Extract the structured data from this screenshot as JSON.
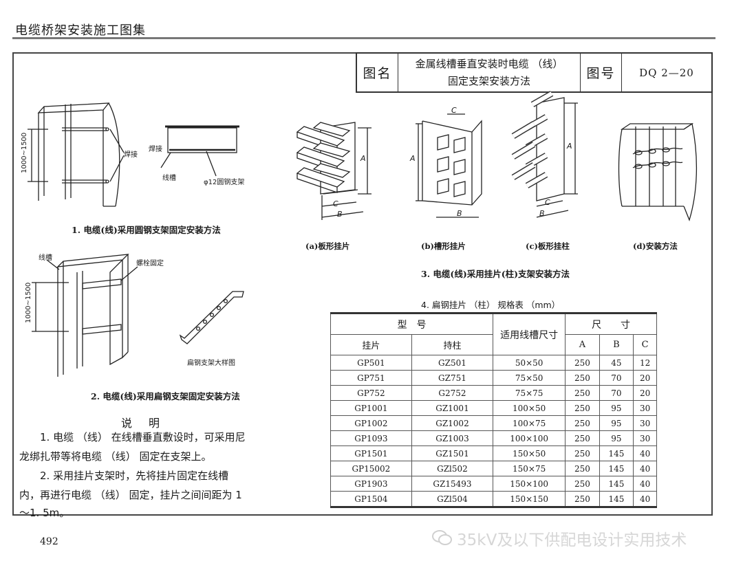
{
  "header": {
    "book_title": "电缆桥架安装施工图集"
  },
  "title_block": {
    "name_label": "图名",
    "name_line1": "金属线槽垂直安装时电缆 （线）",
    "name_line2": "固定支架安装方法",
    "number_label": "图号",
    "number_value": "DQ 2—20"
  },
  "fig1": {
    "caption": "1. 电缆(线)采用圆钢支架固定安装方法",
    "dim": "1000~1500",
    "weld_left": "焊接",
    "weld_right": "焊接",
    "trough": "线槽",
    "bar": "φ12圆钢支架"
  },
  "fig2": {
    "caption": "2. 电缆(线)采用扁钢支架固定安装方法",
    "dim": "1000~1500",
    "trough": "线槽",
    "bolt": "螺栓固定",
    "detail": "扁钢支架大样图"
  },
  "fig3": {
    "caption": "3. 电缆(线)采用挂片(柱)支架安装方法",
    "sub_a": "(a)板形挂片",
    "sub_b": "(b)槽形挂片",
    "sub_c": "(c)板形挂柱",
    "sub_d": "(d)安装方法",
    "dim_a": "A",
    "dim_b": "B",
    "dim_c": "C"
  },
  "notes": {
    "title": "说明",
    "line1": "1. 电缆 （线） 在线槽垂直敷设时，可采用尼",
    "line2": "龙绑扎带等将电缆 （线） 固定在支架上。",
    "line3": "2. 采用挂片支架时，先将挂片固定在线槽",
    "line4": "内，再进行电缆 （线） 固定，挂片之间间距为 1",
    "line5": "～1. 5m。"
  },
  "spec_table": {
    "title": "4. 扁钢挂片 （柱） 规格表 （mm）",
    "header": {
      "model": "型　号",
      "trough_size": "适用线槽尺寸",
      "size": "尺　　寸",
      "pian": "挂片",
      "zhu": "持柱",
      "A": "A",
      "B": "B",
      "C": "C"
    },
    "rows": [
      [
        "GP501",
        "GZ501",
        "50×50",
        "250",
        "45",
        "12"
      ],
      [
        "GP751",
        "GZ751",
        "75×50",
        "250",
        "70",
        "20"
      ],
      [
        "GP752",
        "G2752",
        "75×75",
        "250",
        "70",
        "20"
      ],
      [
        "GP1001",
        "GZ1001",
        "100×50",
        "250",
        "95",
        "30"
      ],
      [
        "GP1002",
        "GZ1002",
        "100×75",
        "250",
        "95",
        "30"
      ],
      [
        "GP1093",
        "GZ1003",
        "100×100",
        "250",
        "95",
        "30"
      ],
      [
        "GP1501",
        "GZ1501",
        "150×50",
        "250",
        "145",
        "40"
      ],
      [
        "GP15002",
        "GZl502",
        "150×75",
        "250",
        "145",
        "40"
      ],
      [
        "GP1903",
        "GZ15493",
        "150×100",
        "250",
        "145",
        "40"
      ],
      [
        "GP1504",
        "GZl504",
        "150×150",
        "250",
        "145",
        "40"
      ]
    ]
  },
  "footer": {
    "page_number": "492",
    "watermark": "35kV及以下供配电设计实用技术"
  }
}
